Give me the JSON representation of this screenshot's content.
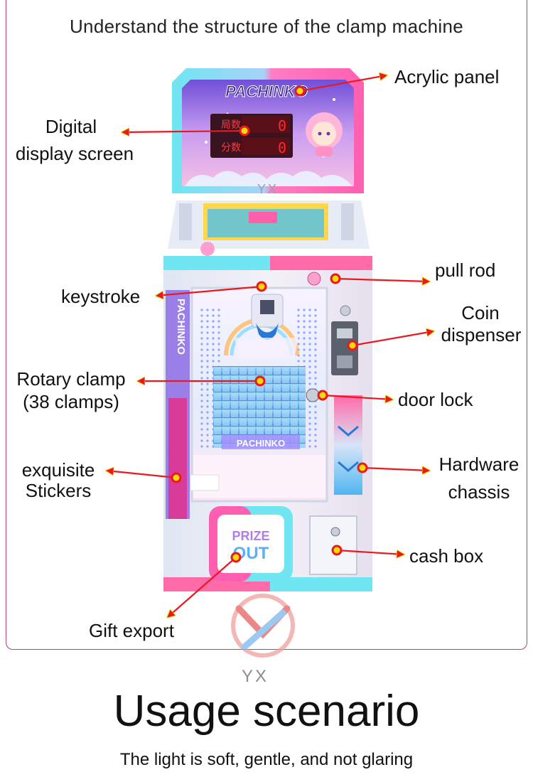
{
  "header": {
    "title": "Understand the structure of the clamp machine"
  },
  "machine": {
    "marquee": "PACHINKO",
    "side_sticker": "PACHINKO",
    "display_row1_label": "局数",
    "display_row2_label": "分数",
    "display_digit": "0",
    "prize_line1": "PRIZE",
    "prize_line2": "OUT",
    "floor_text": "PACHINKO",
    "watermark": "YX"
  },
  "labels": {
    "acrylic_panel": "Acrylic panel",
    "digital_line1": "Digital",
    "digital_line2": "display screen",
    "pull_rod": "pull rod",
    "keystroke": "keystroke",
    "coin_line1": "Coin",
    "coin_line2": "dispenser",
    "rotary_line1": "Rotary clamp",
    "rotary_line2": "(38 clamps)",
    "door_lock": "door lock",
    "stickers_line1": "exquisite",
    "stickers_line2": "Stickers",
    "hardware_line1": "Hardware",
    "hardware_line2": "chassis",
    "cash_box": "cash box",
    "gift_export": "Gift export"
  },
  "logo": {
    "text": "YX"
  },
  "usage": {
    "title": "Usage scenario",
    "subtitle": "The light is soft, gentle, and not glaring"
  },
  "colors": {
    "frame": "#b73a86",
    "arrow": "#e8191f",
    "dot": "#f5d90a",
    "pink": "#ff5fb0",
    "cyan": "#5de0f0"
  }
}
